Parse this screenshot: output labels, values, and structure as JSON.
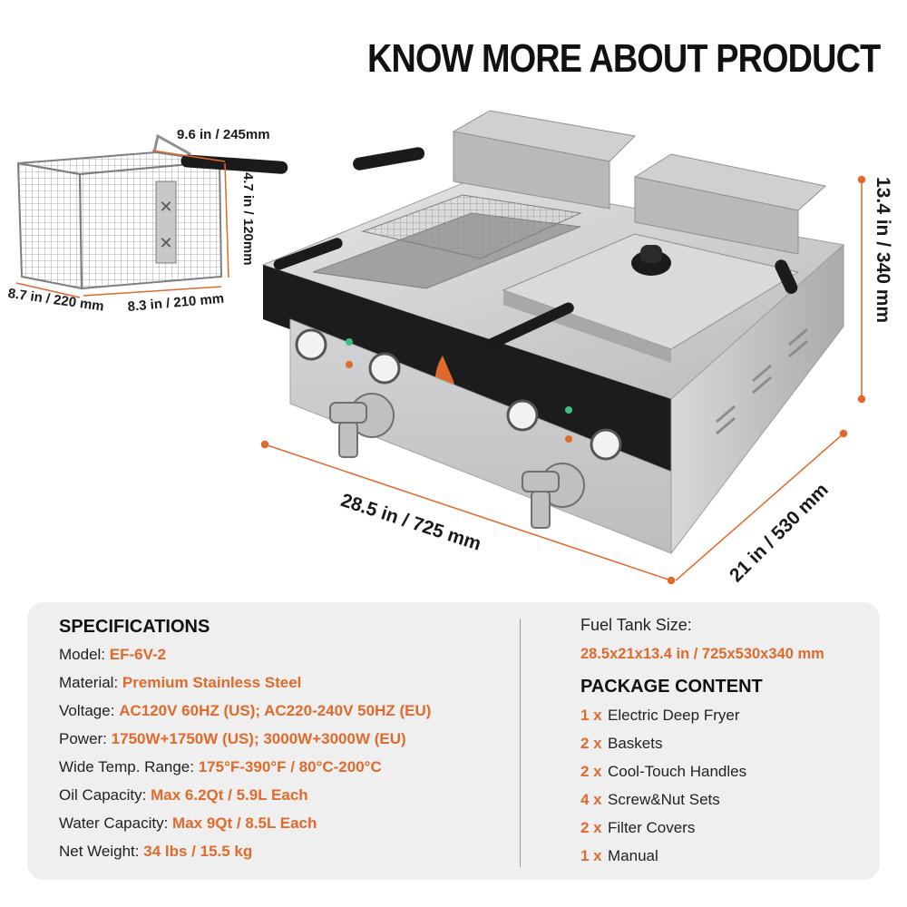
{
  "header": {
    "title": "KNOW MORE ABOUT PRODUCT"
  },
  "dimensions": {
    "basket_width": "9.6 in / 245mm",
    "basket_height": "4.7 in / 120mm",
    "basket_length": "8.7 in / 220 mm",
    "basket_depth": "8.3 in / 210 mm",
    "fryer_width": "28.5 in / 725 mm",
    "fryer_depth": "21 in / 530 mm",
    "fryer_height": "13.4 in / 340 mm"
  },
  "specifications": {
    "heading": "SPECIFICATIONS",
    "rows": [
      {
        "label": "Model:",
        "value": "EF-6V-2"
      },
      {
        "label": "Material:",
        "value": "Premium Stainless Steel"
      },
      {
        "label": "Voltage:",
        "value": "AC120V 60HZ (US); AC220-240V 50HZ (EU)"
      },
      {
        "label": "Power:",
        "value": "1750W+1750W (US); 3000W+3000W (EU)"
      },
      {
        "label": "Wide Temp. Range:",
        "value": "175°F-390°F / 80°C-200°C"
      },
      {
        "label": "Oil Capacity:",
        "value": "Max 6.2Qt / 5.9L Each"
      },
      {
        "label": "Water Capacity:",
        "value": "Max 9Qt / 8.5L Each"
      },
      {
        "label": "Net Weight:",
        "value": "34 lbs / 15.5 kg"
      }
    ]
  },
  "fuel_tank": {
    "label": "Fuel Tank Size:",
    "value": "28.5x21x13.4 in / 725x530x340 mm"
  },
  "package": {
    "heading": "PACKAGE CONTENT",
    "items": [
      {
        "qty": "1 x",
        "name": "Electric Deep Fryer"
      },
      {
        "qty": "2 x",
        "name": "Baskets"
      },
      {
        "qty": "2 x",
        "name": "Cool-Touch Handles"
      },
      {
        "qty": "4 x",
        "name": "Screw&Nut Sets"
      },
      {
        "qty": "2 x",
        "name": "Filter Covers"
      },
      {
        "qty": "1 x",
        "name": "Manual"
      }
    ]
  },
  "colors": {
    "accent": "#e06a2b",
    "card_bg": "#efefef",
    "steel": "#c9cacb",
    "panel": "#1c1c1c"
  }
}
